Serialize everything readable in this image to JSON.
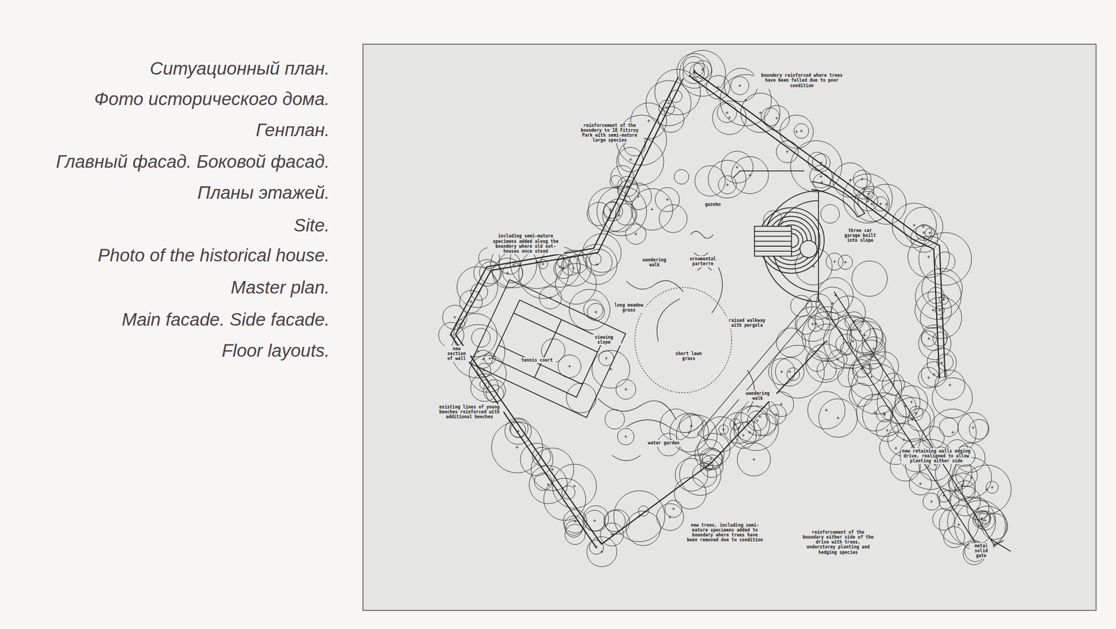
{
  "diagram": {
    "labels": [
      "Ситуационный план.",
      "Фото исторического дома.",
      "Генплан.",
      "Главный фасад. Боковой фасад.",
      "Планы этажей.",
      "Site.",
      "Photo of the historical house.",
      "Master plan.",
      "Main facade. Side facade.",
      "Floor layouts.",
      "boundery reinforced where trees have been felled due to poor condition",
      "reinforcement of the boundery to 10 Fitzroy Park with semi-mature large species",
      "including semi-mature specimens added along the boundery where old out-houses once stood",
      "gazebo",
      "ornamental parterre",
      "wandering walk",
      "long meadow grass",
      "viewing slope",
      "raised walkway with pergola",
      "short lawn grass",
      "three car garage built into slope",
      "new section of wall",
      "tennis court",
      "existing lines of young beeches reinforced with additional beeches",
      "wandering walk",
      "water garden",
      "new retaining walls edging drive, realigned to allow planting either side",
      "new trees, including semi-mature specimens added to boundary where trees have been removed due to condition",
      "reinforcement of the boundary either side of the drive with trees, understorey planting and hedging species",
      "metal solid gate"
    ]
  }
}
